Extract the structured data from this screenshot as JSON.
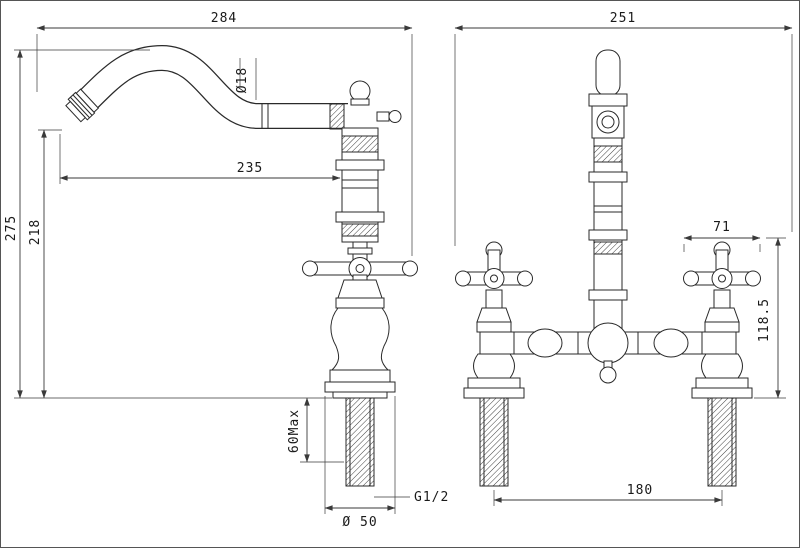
{
  "drawing": {
    "ink_color": "#2a2a2a",
    "background_color": "#ffffff"
  },
  "side_view": {
    "dim_width": "284",
    "dim_spout_diameter": "Ø18",
    "dim_spout_reach": "235",
    "dim_overall_height": "275",
    "dim_spout_height": "218",
    "dim_max_deck": "60Max",
    "thread_size": "G1/2",
    "dim_base_diameter": "Ø 50"
  },
  "front_view": {
    "dim_width": "251",
    "dim_handle_span": "71",
    "dim_body_height": "118.5",
    "dim_hole_centers": "180"
  }
}
